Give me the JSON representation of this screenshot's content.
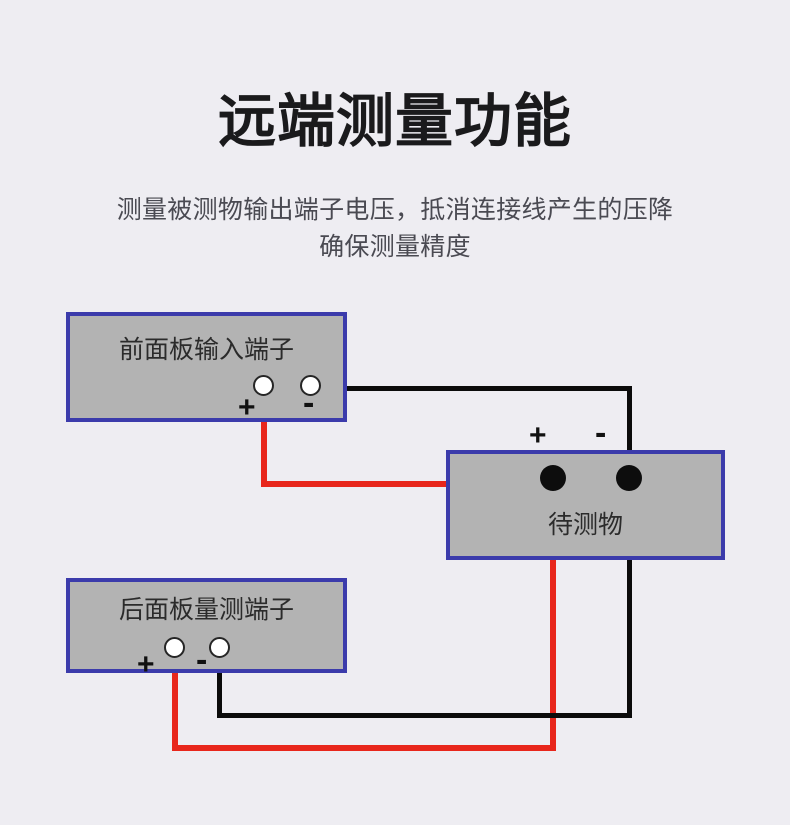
{
  "header": {
    "title": "远端测量功能",
    "subtitle_line1": "测量被测物输出端子电压，抵消连接线产生的压降",
    "subtitle_line2": "确保测量精度"
  },
  "diagram": {
    "boxes": [
      {
        "id": "front-panel",
        "label": "前面板输入端子"
      },
      {
        "id": "rear-panel",
        "label": "后面板量测端子"
      },
      {
        "id": "dut",
        "label": "待测物"
      }
    ],
    "signs": {
      "plus": "+",
      "minus": "-"
    },
    "terminals": [
      {
        "box": "front-panel",
        "polarity": "+",
        "style": "open"
      },
      {
        "box": "front-panel",
        "polarity": "-",
        "style": "open"
      },
      {
        "box": "rear-panel",
        "polarity": "+",
        "style": "open"
      },
      {
        "box": "rear-panel",
        "polarity": "-",
        "style": "open"
      },
      {
        "box": "dut",
        "polarity": "+",
        "style": "solid"
      },
      {
        "box": "dut",
        "polarity": "-",
        "style": "solid"
      }
    ]
  },
  "colors": {
    "background": "#eeedf2",
    "box_fill": "#b3b3b3",
    "box_border": "#3b3bab",
    "wire_positive": "#e8261c",
    "wire_negative": "#0b0b0b",
    "title_text": "#1a1a1c",
    "subtitle_text": "#4a4a52"
  }
}
